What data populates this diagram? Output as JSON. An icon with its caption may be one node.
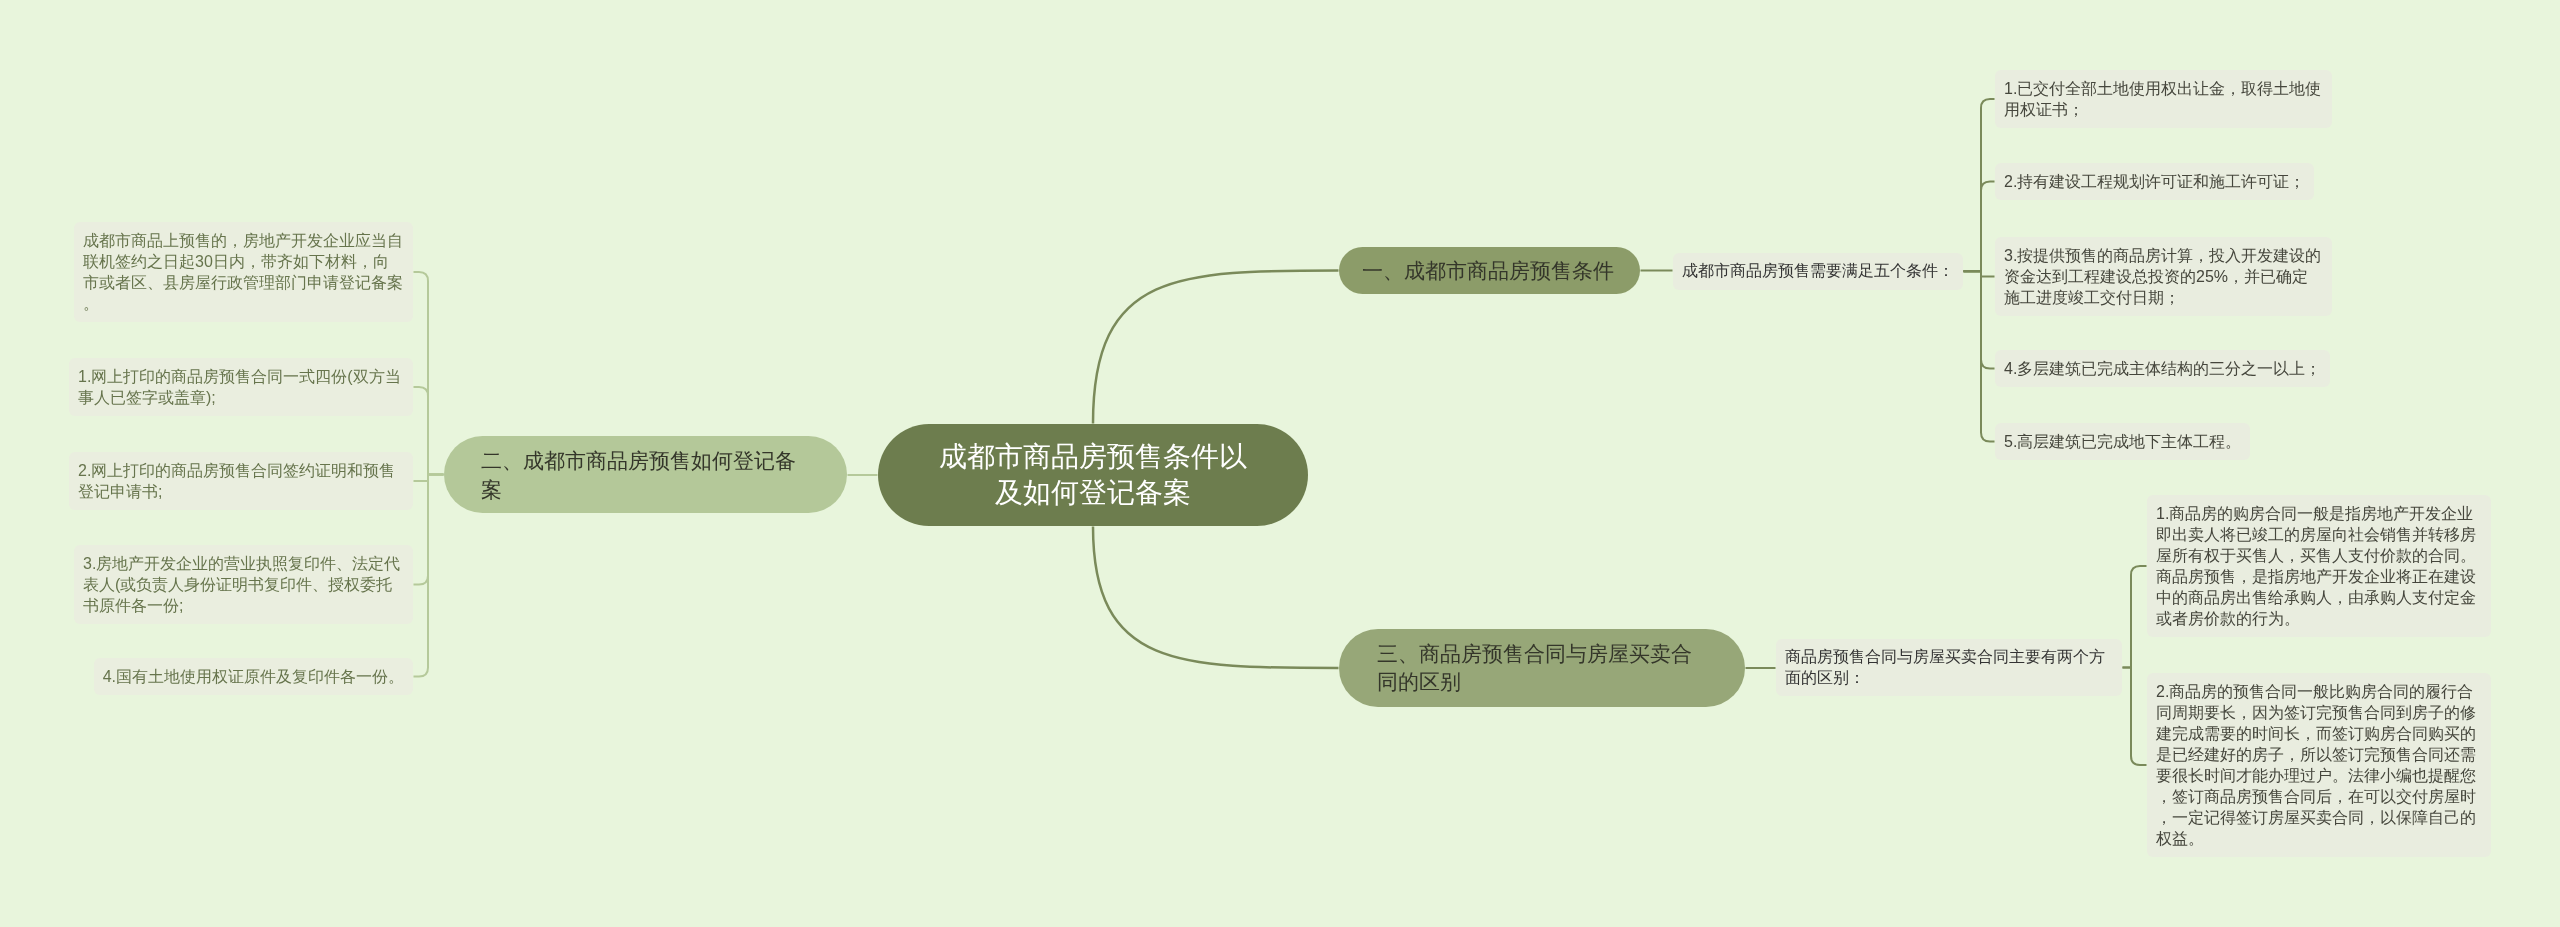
{
  "diagram": {
    "nodes": [
      {
        "text": [
          "成都市商品房预售条件以及如何登记备案"
        ]
      },
      {
        "text": [
          "一、成都市商品房预售条件"
        ]
      },
      {
        "text": [
          "成都市商品房预售需要满足五个条件："
        ]
      },
      {
        "text": [
          "1.已交付全部土地使用权出让金，取得土地使用权证书；"
        ]
      },
      {
        "text": [
          "2.持有建设工程规划许可证和施工许可证；"
        ]
      },
      {
        "text": [
          "3.按提供预售的商品房计算，投入开发建设的资金达到工程建设总投资的25%，并已确定施工进度竣工交付日期；"
        ]
      },
      {
        "text": [
          "4.多层建筑已完成主体结构的三分之一以上；"
        ]
      },
      {
        "text": [
          "5.高层建筑已完成地下主体工程。"
        ]
      },
      {
        "text": [
          "二、成都市商品房预售如何登记备案"
        ]
      },
      {
        "text": [
          "成都市商品上预售的，房地产开发企业应当自联机签约之日起30日内，带齐如下材料，向市或者区、县房屋行政管理部门申请登记备案。"
        ]
      },
      {
        "text": [
          "1.网上打印的商品房预售合同一式四份(双方当事人已签字或盖章);"
        ]
      },
      {
        "text": [
          "2.网上打印的商品房预售合同签约证明和预售登记申请书;"
        ]
      },
      {
        "text": [
          "3.房地产开发企业的营业执照复印件、法定代表人(或负责人身份证明书复印件、授权委托书原件各一份;"
        ]
      },
      {
        "text": [
          "4.国有土地使用权证原件及复印件各一份。"
        ]
      },
      {
        "text": [
          "三、商品房预售合同与房屋买卖合同的区别"
        ]
      },
      {
        "text": [
          "商品房预售合同与房屋买卖合同主要有两个方面的区别："
        ]
      },
      {
        "text": [
          "1.商品房的购房合同一般是指房地产开发企业即出卖人将已竣工的房屋向社会销售并转移房屋所有权于买售人，买售人支付价款的合同。商品房预售，是指房地产开发企业将正在建设中的商品房出售给承购人，由承购人支付定金或者房价款的行为。"
        ]
      },
      {
        "text": [
          "2.商品房的预售合同一般比购房合同的履行合同周期要长，因为签订完预售合同到房子的修建完成需要的时间长，而签订购房合同购买的是已经建好的房子，所以签订完预售合同还需要很长时间才能办理过户。法律小编也提醒您，签订商品房预售合同后，在可以交付房屋时，一定记得签订房屋买卖合同，以保障自己的权益。"
        ]
      }
    ],
    "edges": [
      {
        "from": 0,
        "to": 1,
        "arrow": "none"
      },
      {
        "from": 1,
        "to": 2,
        "arrow": "none"
      },
      {
        "from": 2,
        "to": 3,
        "arrow": "none"
      },
      {
        "from": 2,
        "to": 4,
        "arrow": "none"
      },
      {
        "from": 2,
        "to": 5,
        "arrow": "none"
      },
      {
        "from": 2,
        "to": 6,
        "arrow": "none"
      },
      {
        "from": 2,
        "to": 7,
        "arrow": "none"
      },
      {
        "from": 0,
        "to": 8,
        "arrow": "none",
        "color": "#b5c99a"
      },
      {
        "from": 8,
        "to": 9,
        "arrow": "none",
        "color": "#b5c99a"
      },
      {
        "from": 8,
        "to": 10,
        "arrow": "none",
        "color": "#b5c99a"
      },
      {
        "from": 8,
        "to": 11,
        "arrow": "none",
        "color": "#b5c99a"
      },
      {
        "from": 8,
        "to": 12,
        "arrow": "none",
        "color": "#b5c99a"
      },
      {
        "from": 8,
        "to": 13,
        "arrow": "none",
        "color": "#b5c99a"
      },
      {
        "from": 0,
        "to": 14,
        "arrow": "none"
      },
      {
        "from": 14,
        "to": 15,
        "arrow": "none"
      },
      {
        "from": 15,
        "to": 16,
        "arrow": "none"
      },
      {
        "from": 15,
        "to": 17,
        "arrow": "none"
      }
    ]
  }
}
